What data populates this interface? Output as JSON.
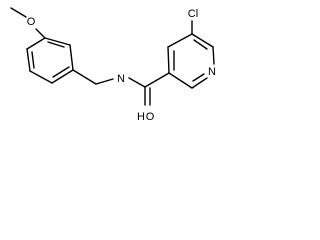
{
  "molecule": {
    "atoms": {
      "methoxy_oxygen": "O",
      "amide_nitrogen": "N",
      "amide_hydrogen": "H",
      "amide_oxygen": "O",
      "ring_nitrogen": "N",
      "chlorine": "Cl"
    }
  }
}
